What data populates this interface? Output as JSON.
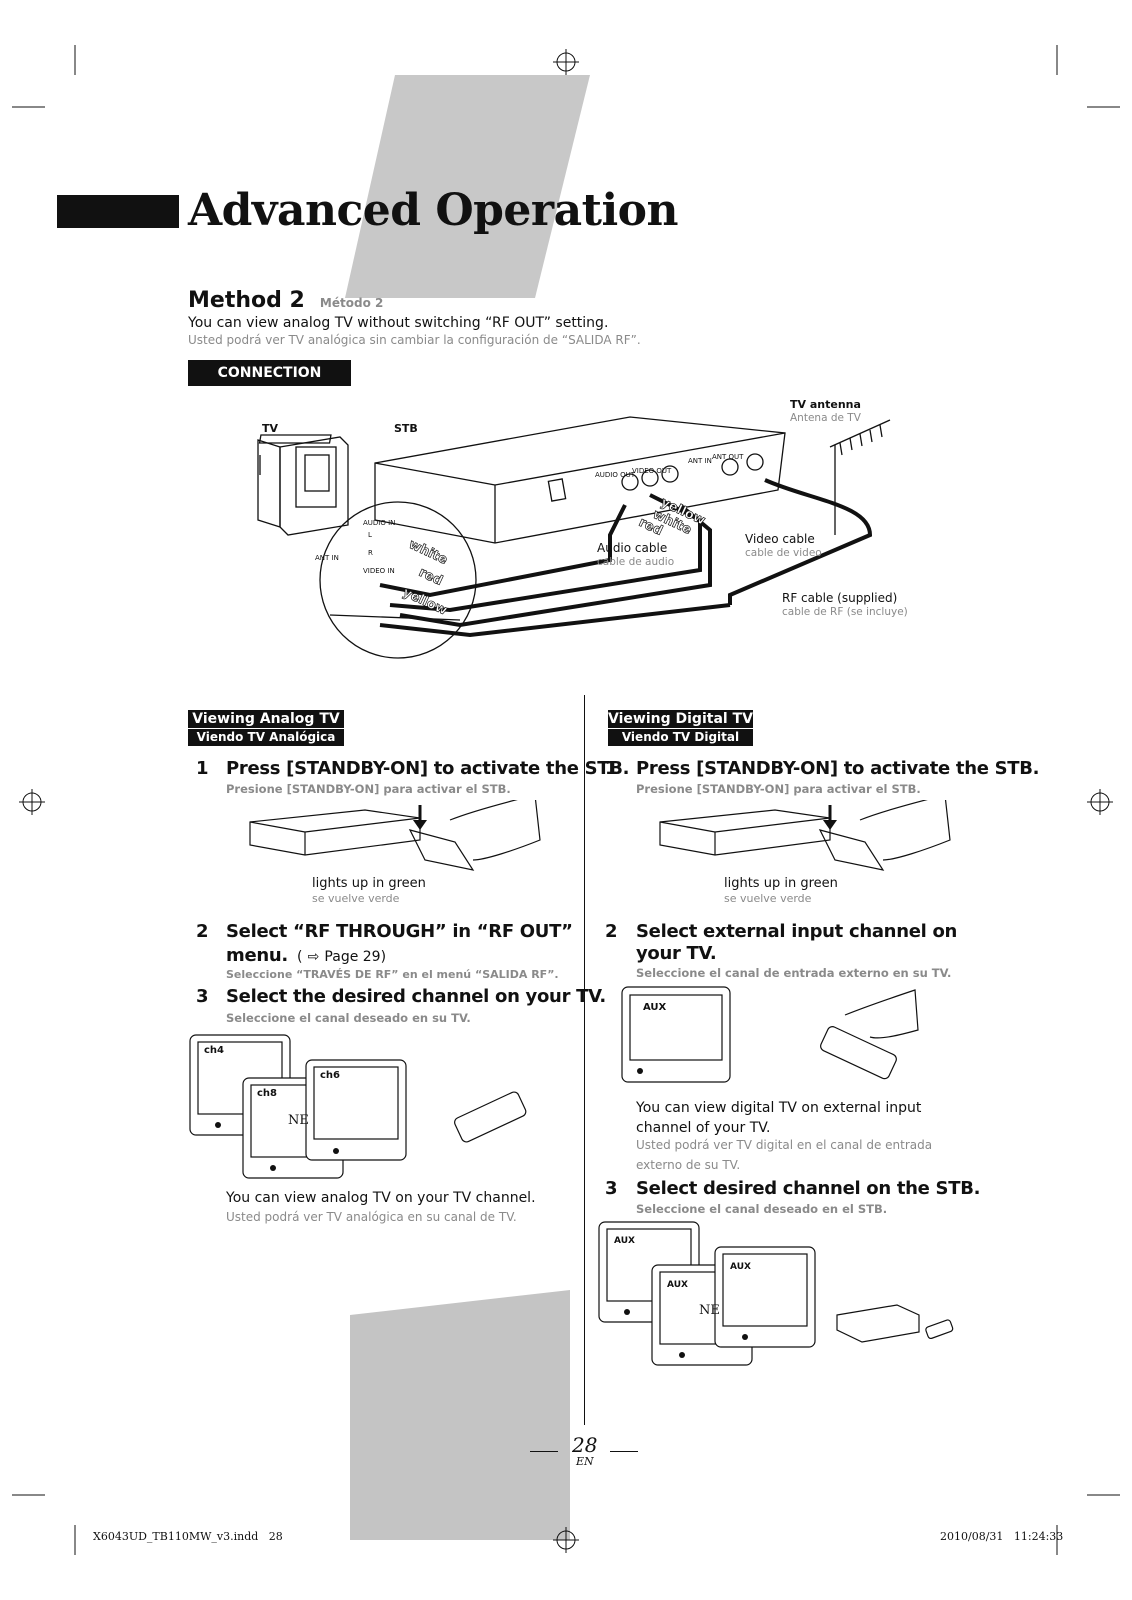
{
  "header": {
    "title": "Advanced Operation",
    "method_title": "Method 2",
    "method_title_es": "Método 2",
    "method_desc": "You can view analog TV without switching “RF OUT” setting.",
    "method_desc_es": "Usted podrá ver TV analógica sin cambiar la configuración de “SALIDA RF”."
  },
  "connection": {
    "badge": "CONNECTION",
    "tv_label": "TV",
    "stb_label": "STB",
    "antenna": "TV antenna",
    "antenna_es": "Antena de TV",
    "video_cable": "Video cable",
    "video_cable_es": "cable de video",
    "audio_cable": "Audio cable",
    "audio_cable_es": "cable de audio",
    "rf_cable": "RF cable (supplied)",
    "rf_cable_es": "cable de RF (se incluye)",
    "plug_yellow": "yellow",
    "plug_white": "white",
    "plug_red": "red",
    "jack_audio_out": "AUDIO OUT",
    "jack_video_out": "VIDEO OUT",
    "jack_ant_in": "ANT IN",
    "jack_ant_out": "ANT OUT",
    "jack_audio_in": "AUDIO IN",
    "jack_video_in": "VIDEO IN",
    "jack_l": "L",
    "jack_r": "R"
  },
  "analog": {
    "badge": "Viewing Analog TV",
    "badge_es": "Viendo TV Analógica",
    "step1_num": "1",
    "step1": "Press [STANDBY-ON] to activate the STB.",
    "step1_es": "Presione [STANDBY-ON] para activar el STB.",
    "lights": "lights up in green",
    "lights_es": "se vuelve verde",
    "step2_num": "2",
    "step2_line1": "Select “RF THROUGH” in “RF OUT”",
    "step2_line2": "menu.",
    "step2_ref_open": "(",
    "step2_ref": "Page 29)",
    "step2_es": "Seleccione “TRAVÉS DE RF” en el menú “SALIDA RF”.",
    "step3_num": "3",
    "step3": "Select the desired channel on your TV.",
    "step3_es": "Seleccione el canal deseado en su TV.",
    "ch_a": "ch4",
    "ch_b": "ch8",
    "ch_c": "ch6",
    "news": "NE",
    "note": "You can view analog TV on your TV channel.",
    "note_es": "Usted podrá ver TV analógica en su canal de TV."
  },
  "digital": {
    "badge": "Viewing Digital TV",
    "badge_es": "Viendo TV Digital",
    "step1_num": "1",
    "step1": "Press [STANDBY-ON] to activate the STB.",
    "step1_es": "Presione [STANDBY-ON] para activar el STB.",
    "lights": "lights up in green",
    "lights_es": "se vuelve verde",
    "step2_num": "2",
    "step2_line1": "Select external input channel on",
    "step2_line2": "your TV.",
    "step2_es": "Seleccione el canal de entrada externo en su TV.",
    "aux": "AUX",
    "note_line1": "You can view digital TV on external input",
    "note_line2": "channel of your TV.",
    "note_es_line1": "Usted podrá ver TV digital en el canal de entrada",
    "note_es_line2": "externo de su TV.",
    "step3_num": "3",
    "step3": "Select desired channel on the STB.",
    "step3_es": "Seleccione el canal deseado en el STB.",
    "news": "NE"
  },
  "footer": {
    "page_number": "28",
    "lang": "EN",
    "file": "X6043UD_TB110MW_v3.indd   28",
    "timestamp": "2010/08/31   11:24:33"
  }
}
